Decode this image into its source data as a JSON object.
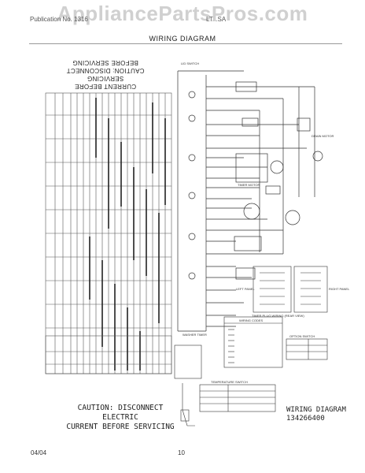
{
  "watermark": "AppliancePartsPros.com",
  "header": {
    "left_text": "Publication No. 1316",
    "right_text": "LT...SA",
    "title": "WIRING DIAGRAM"
  },
  "caution_top": {
    "line1": "CAUTION: DISCONNECT BEFORE SERVICING",
    "line2": "CURRENT BEFORE SERVICING"
  },
  "caution_bottom": {
    "line1": "CAUTION: DISCONNECT ELECTRIC",
    "line2": "CURRENT BEFORE SERVICING"
  },
  "diagram_label": {
    "title": "WIRING DIAGRAM",
    "number": "134266400"
  },
  "footer": {
    "date": "04/04",
    "page": "10"
  },
  "legends": {
    "timer_panel": "TIMER PLUG WIRING (REAR VIEW)",
    "left_panel": "LEFT PANEL",
    "right_panel": "RIGHT PANEL",
    "wiring_codes": "WIRING CODES",
    "option_switch": "OPTION SWITCH",
    "temperature_switch": "TEMPERATURE SWITCH",
    "motor_switch": "WASHER TIMER",
    "lid_switch": "LID SWITCH",
    "drain_motor": "DRAIN MOTOR",
    "timer": "TIMER MOTOR"
  },
  "colors": {
    "line": "#333333",
    "grid": "#555555",
    "watermark": "#aaaaaa"
  }
}
